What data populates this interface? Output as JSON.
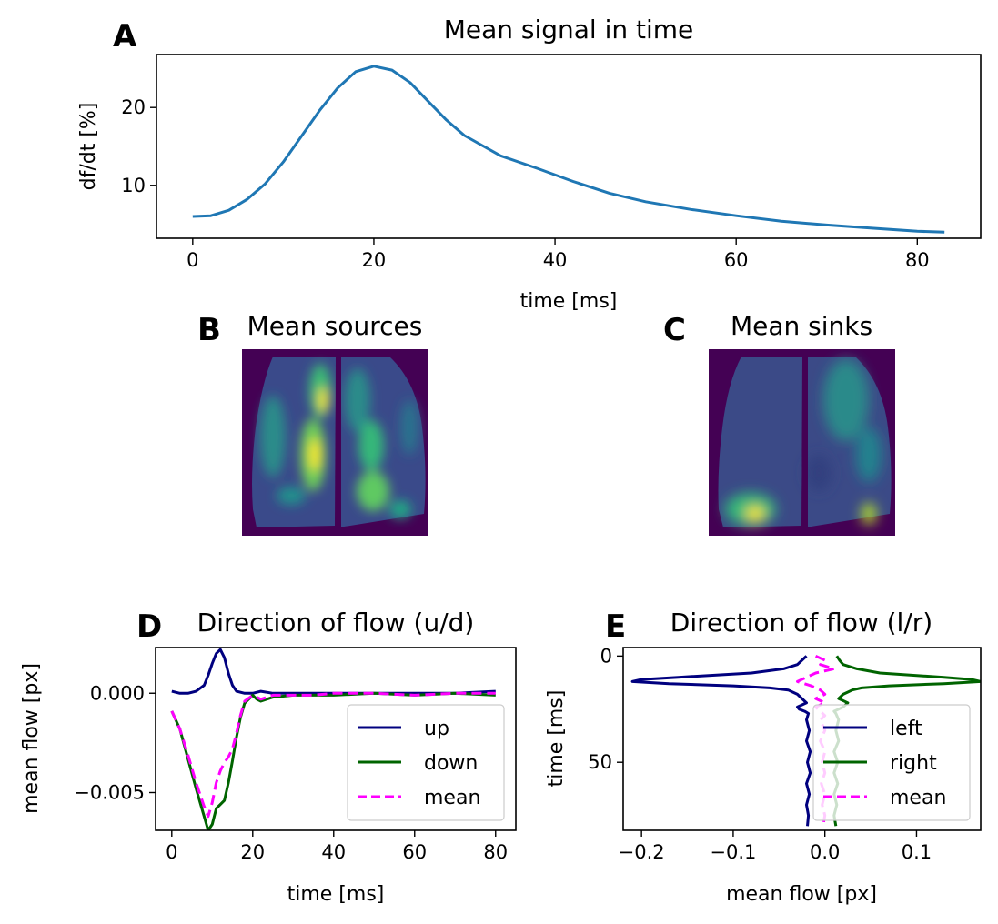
{
  "chart_data": [
    {
      "panel": "A",
      "type": "line",
      "title": "Mean signal in time",
      "xlabel": "time [ms]",
      "ylabel": "df/dt [%]",
      "xlim": [
        -4,
        87
      ],
      "ylim": [
        3.2,
        26.8
      ],
      "xticks": [
        0,
        20,
        40,
        60,
        80
      ],
      "yticks": [
        10,
        20
      ],
      "grid": false,
      "series": [
        {
          "color": "#1f77b4",
          "x": [
            0,
            2,
            4,
            6,
            8,
            10,
            12,
            14,
            16,
            18,
            20,
            22,
            24,
            26,
            28,
            30,
            34,
            38,
            42,
            46,
            50,
            55,
            60,
            65,
            70,
            75,
            80,
            83
          ],
          "y": [
            6.0,
            6.1,
            6.8,
            8.2,
            10.2,
            13.0,
            16.3,
            19.6,
            22.5,
            24.6,
            25.3,
            24.8,
            23.2,
            20.8,
            18.4,
            16.4,
            13.8,
            12.2,
            10.5,
            9.0,
            7.9,
            6.9,
            6.1,
            5.4,
            4.9,
            4.5,
            4.1,
            4.0
          ]
        }
      ]
    },
    {
      "panel": "B",
      "type": "heatmap",
      "title": "Mean sources",
      "colormap": "viridis"
    },
    {
      "panel": "C",
      "type": "heatmap",
      "title": "Mean sinks",
      "colormap": "viridis"
    },
    {
      "panel": "D",
      "type": "line",
      "title": "Direction of flow (u/d)",
      "xlabel": "time [ms]",
      "ylabel": "mean flow [px]",
      "xlim": [
        -4,
        85
      ],
      "ylim": [
        -0.0069,
        0.0023
      ],
      "xticks": [
        0,
        20,
        40,
        60,
        80
      ],
      "yticks": [
        0.0,
        -0.005
      ],
      "ytick_labels": [
        "0.000",
        "−0.005"
      ],
      "legend": {
        "position": "lower-right",
        "labels": [
          "up",
          "down",
          "mean"
        ]
      },
      "series": [
        {
          "name": "up",
          "color": "#00007f",
          "style": "solid",
          "x": [
            0,
            2,
            4,
            6,
            8,
            9,
            10,
            11,
            12,
            13,
            14,
            15,
            16,
            18,
            20,
            22,
            25,
            30,
            40,
            50,
            60,
            70,
            80
          ],
          "y": [
            0.0001,
            0.0,
            0.0,
            0.0001,
            0.0004,
            0.0009,
            0.0015,
            0.002,
            0.0022,
            0.0018,
            0.001,
            0.0004,
            0.0001,
            0.0,
            0.0,
            0.0001,
            0.0,
            0.0,
            0.0,
            0.0,
            0.0,
            0.0,
            0.0001
          ]
        },
        {
          "name": "down",
          "color": "#006400",
          "style": "solid",
          "x": [
            0,
            2,
            4,
            6,
            8,
            9,
            10,
            11,
            12,
            13,
            14,
            15,
            16,
            17,
            18,
            20,
            21,
            22,
            25,
            30,
            35,
            40,
            50,
            60,
            70,
            80
          ],
          "y": [
            -0.0009,
            -0.0018,
            -0.0033,
            -0.0048,
            -0.0062,
            -0.0069,
            -0.0066,
            -0.0058,
            -0.0056,
            -0.0054,
            -0.0045,
            -0.0034,
            -0.0022,
            -0.0012,
            -0.0005,
            -0.0001,
            -0.0003,
            -0.0004,
            -0.0002,
            -0.0001,
            -0.0001,
            -0.0001,
            0.0,
            -0.0001,
            0.0,
            -0.0001
          ]
        },
        {
          "name": "mean",
          "color": "#ff00ff",
          "style": "dashed",
          "x": [
            0,
            2,
            4,
            6,
            8,
            9,
            10,
            11,
            12,
            13,
            14,
            15,
            16,
            17,
            18,
            20,
            21,
            22,
            25,
            30,
            35,
            40,
            50,
            60,
            70,
            80
          ],
          "y": [
            -0.0009,
            -0.0018,
            -0.0031,
            -0.0045,
            -0.0057,
            -0.0062,
            -0.0055,
            -0.0045,
            -0.0039,
            -0.0035,
            -0.0032,
            -0.0028,
            -0.002,
            -0.0011,
            -0.0004,
            -0.0001,
            -0.0002,
            -0.0003,
            -0.0001,
            -0.0001,
            -0.0001,
            0.0,
            0.0,
            -0.0001,
            0.0,
            0.0
          ]
        }
      ]
    },
    {
      "panel": "E",
      "type": "line",
      "title": "Direction of flow (l/r)",
      "xlabel": "mean flow [px]",
      "ylabel": "time [ms]",
      "xlim": [
        -0.22,
        0.17
      ],
      "ylim": [
        82,
        -4
      ],
      "xticks": [
        -0.2,
        -0.1,
        0.0,
        0.1
      ],
      "xtick_labels": [
        "−0.2",
        "−0.1",
        "0.0",
        "0.1"
      ],
      "yticks": [
        0,
        50
      ],
      "legend": {
        "position": "lower-right",
        "labels": [
          "left",
          "right",
          "mean"
        ]
      },
      "series": [
        {
          "name": "left",
          "color": "#00007f",
          "style": "solid",
          "y": [
            0,
            2,
            4,
            6,
            8,
            10,
            11,
            12,
            13,
            14,
            15,
            16,
            18,
            20,
            22,
            24,
            25,
            26,
            27,
            30,
            35,
            40,
            45,
            50,
            55,
            60,
            65,
            70,
            75,
            80
          ],
          "x": [
            -0.02,
            -0.025,
            -0.03,
            -0.045,
            -0.08,
            -0.16,
            -0.2,
            -0.21,
            -0.17,
            -0.1,
            -0.06,
            -0.04,
            -0.03,
            -0.025,
            -0.02,
            -0.03,
            -0.028,
            -0.022,
            -0.018,
            -0.02,
            -0.017,
            -0.02,
            -0.016,
            -0.019,
            -0.016,
            -0.02,
            -0.017,
            -0.02,
            -0.018,
            -0.019
          ]
        },
        {
          "name": "right",
          "color": "#006400",
          "style": "solid",
          "y": [
            0,
            2,
            4,
            6,
            8,
            10,
            11,
            12,
            13,
            14,
            15,
            16,
            18,
            20,
            22,
            24,
            25,
            26,
            27,
            30,
            35,
            40,
            45,
            50,
            55,
            60,
            65,
            70,
            75,
            80
          ],
          "x": [
            0.013,
            0.016,
            0.02,
            0.035,
            0.06,
            0.13,
            0.16,
            0.17,
            0.13,
            0.07,
            0.04,
            0.03,
            0.02,
            0.015,
            0.025,
            0.02,
            0.015,
            0.01,
            0.012,
            0.015,
            0.012,
            0.015,
            0.01,
            0.014,
            0.01,
            0.014,
            0.01,
            0.013,
            0.01,
            0.012
          ]
        },
        {
          "name": "mean",
          "color": "#ff00ff",
          "style": "dashed",
          "y": [
            0,
            2,
            4,
            6,
            8,
            10,
            12,
            14,
            16,
            18,
            20,
            22,
            24,
            26,
            28,
            30,
            35,
            40,
            45,
            50,
            55,
            60,
            65,
            70,
            75,
            80
          ],
          "x": [
            -0.01,
            0.0,
            -0.005,
            0.01,
            -0.01,
            -0.02,
            -0.03,
            -0.015,
            -0.005,
            0.0,
            -0.01,
            0.0,
            -0.01,
            -0.005,
            0.0,
            -0.005,
            0.0,
            -0.005,
            0.0,
            -0.003,
            0.0,
            -0.004,
            0.0,
            -0.003,
            0.0,
            -0.002
          ]
        }
      ]
    }
  ]
}
